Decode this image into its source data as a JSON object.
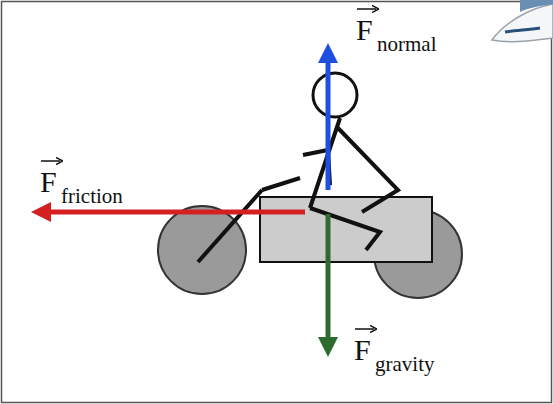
{
  "diagram": {
    "labels": [
      "F",
      "normal",
      "F",
      "friction",
      "F",
      "gravity"
    ]
  }
}
